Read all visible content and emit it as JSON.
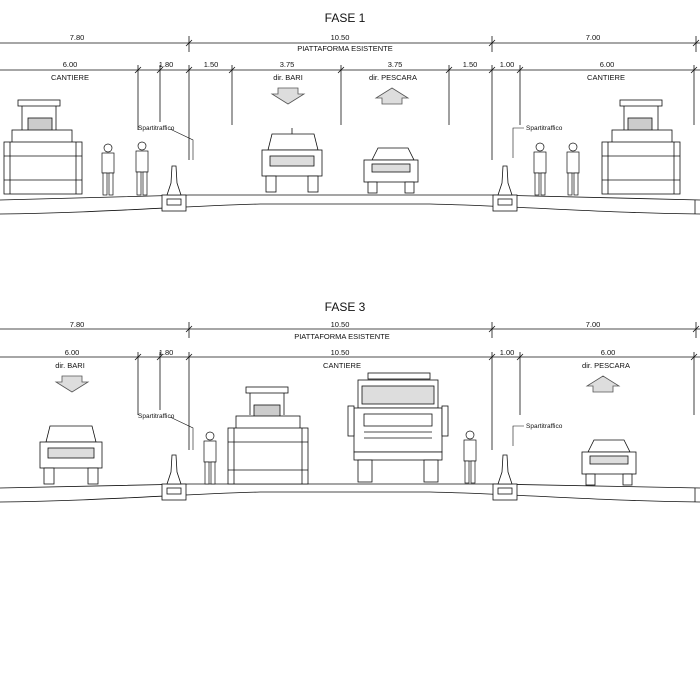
{
  "phases": [
    {
      "title": "FASE 1",
      "top_dims": [
        "7.80",
        "10.50",
        "7.00"
      ],
      "platform_label": "PIATTAFORMA ESISTENTE",
      "lane_dims": [
        "6.00",
        "1.80",
        "1.50",
        "3.75",
        "3.75",
        "1.50",
        "1.00",
        "6.00"
      ],
      "lane_labels": [
        "CANTIERE",
        "dir. BARI",
        "dir. PESCARA",
        "CANTIERE"
      ],
      "spartitraffico": [
        "Spartitraffico",
        "Spartitraffico"
      ]
    },
    {
      "title": "FASE 3",
      "top_dims": [
        "7.80",
        "10.50",
        "7.00"
      ],
      "platform_label": "PIATTAFORMA ESISTENTE",
      "lane_dims": [
        "6.00",
        "1.80",
        "10.50",
        "1.00",
        "6.00"
      ],
      "lane_labels": [
        "dir. BARI",
        "CANTIERE",
        "dir. PESCARA"
      ],
      "spartitraffico": [
        "Spartitraffico",
        "Spartitraffico"
      ]
    }
  ]
}
